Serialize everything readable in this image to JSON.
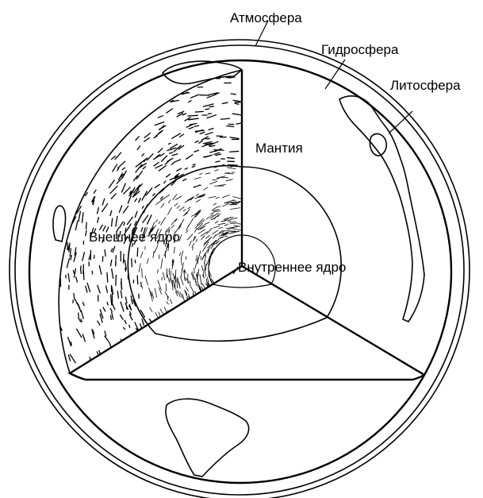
{
  "labels": {
    "atmosphere": "Атмосфера",
    "hydrosphere": "Гидросфера",
    "lithosphere": "Литосфера",
    "mantle": "Мантия",
    "outer_core": "Внешнее ядро",
    "inner_core": "Внутреннее ядро"
  }
}
